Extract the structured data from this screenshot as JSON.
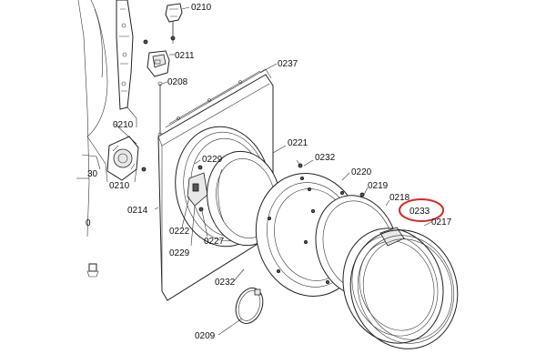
{
  "labels": {
    "l0210a": "0210",
    "l0211": "0211",
    "l0208": "0208",
    "l0237": "0237",
    "l0210b": "0210",
    "l30": "30",
    "l0210c": "0210",
    "l0": "0",
    "l0229a": "0229",
    "l0214": "0214",
    "l0222": "0222",
    "l0229b": "0229",
    "l0227": "0227",
    "l0221": "0221",
    "l0232a": "0232",
    "l0220": "0220",
    "l0219": "0219",
    "l0218": "0218",
    "l0233": "0233",
    "l0217": "0217",
    "l0232b": "0232",
    "l0209": "0209"
  },
  "highlight_color": "#d42a2a"
}
